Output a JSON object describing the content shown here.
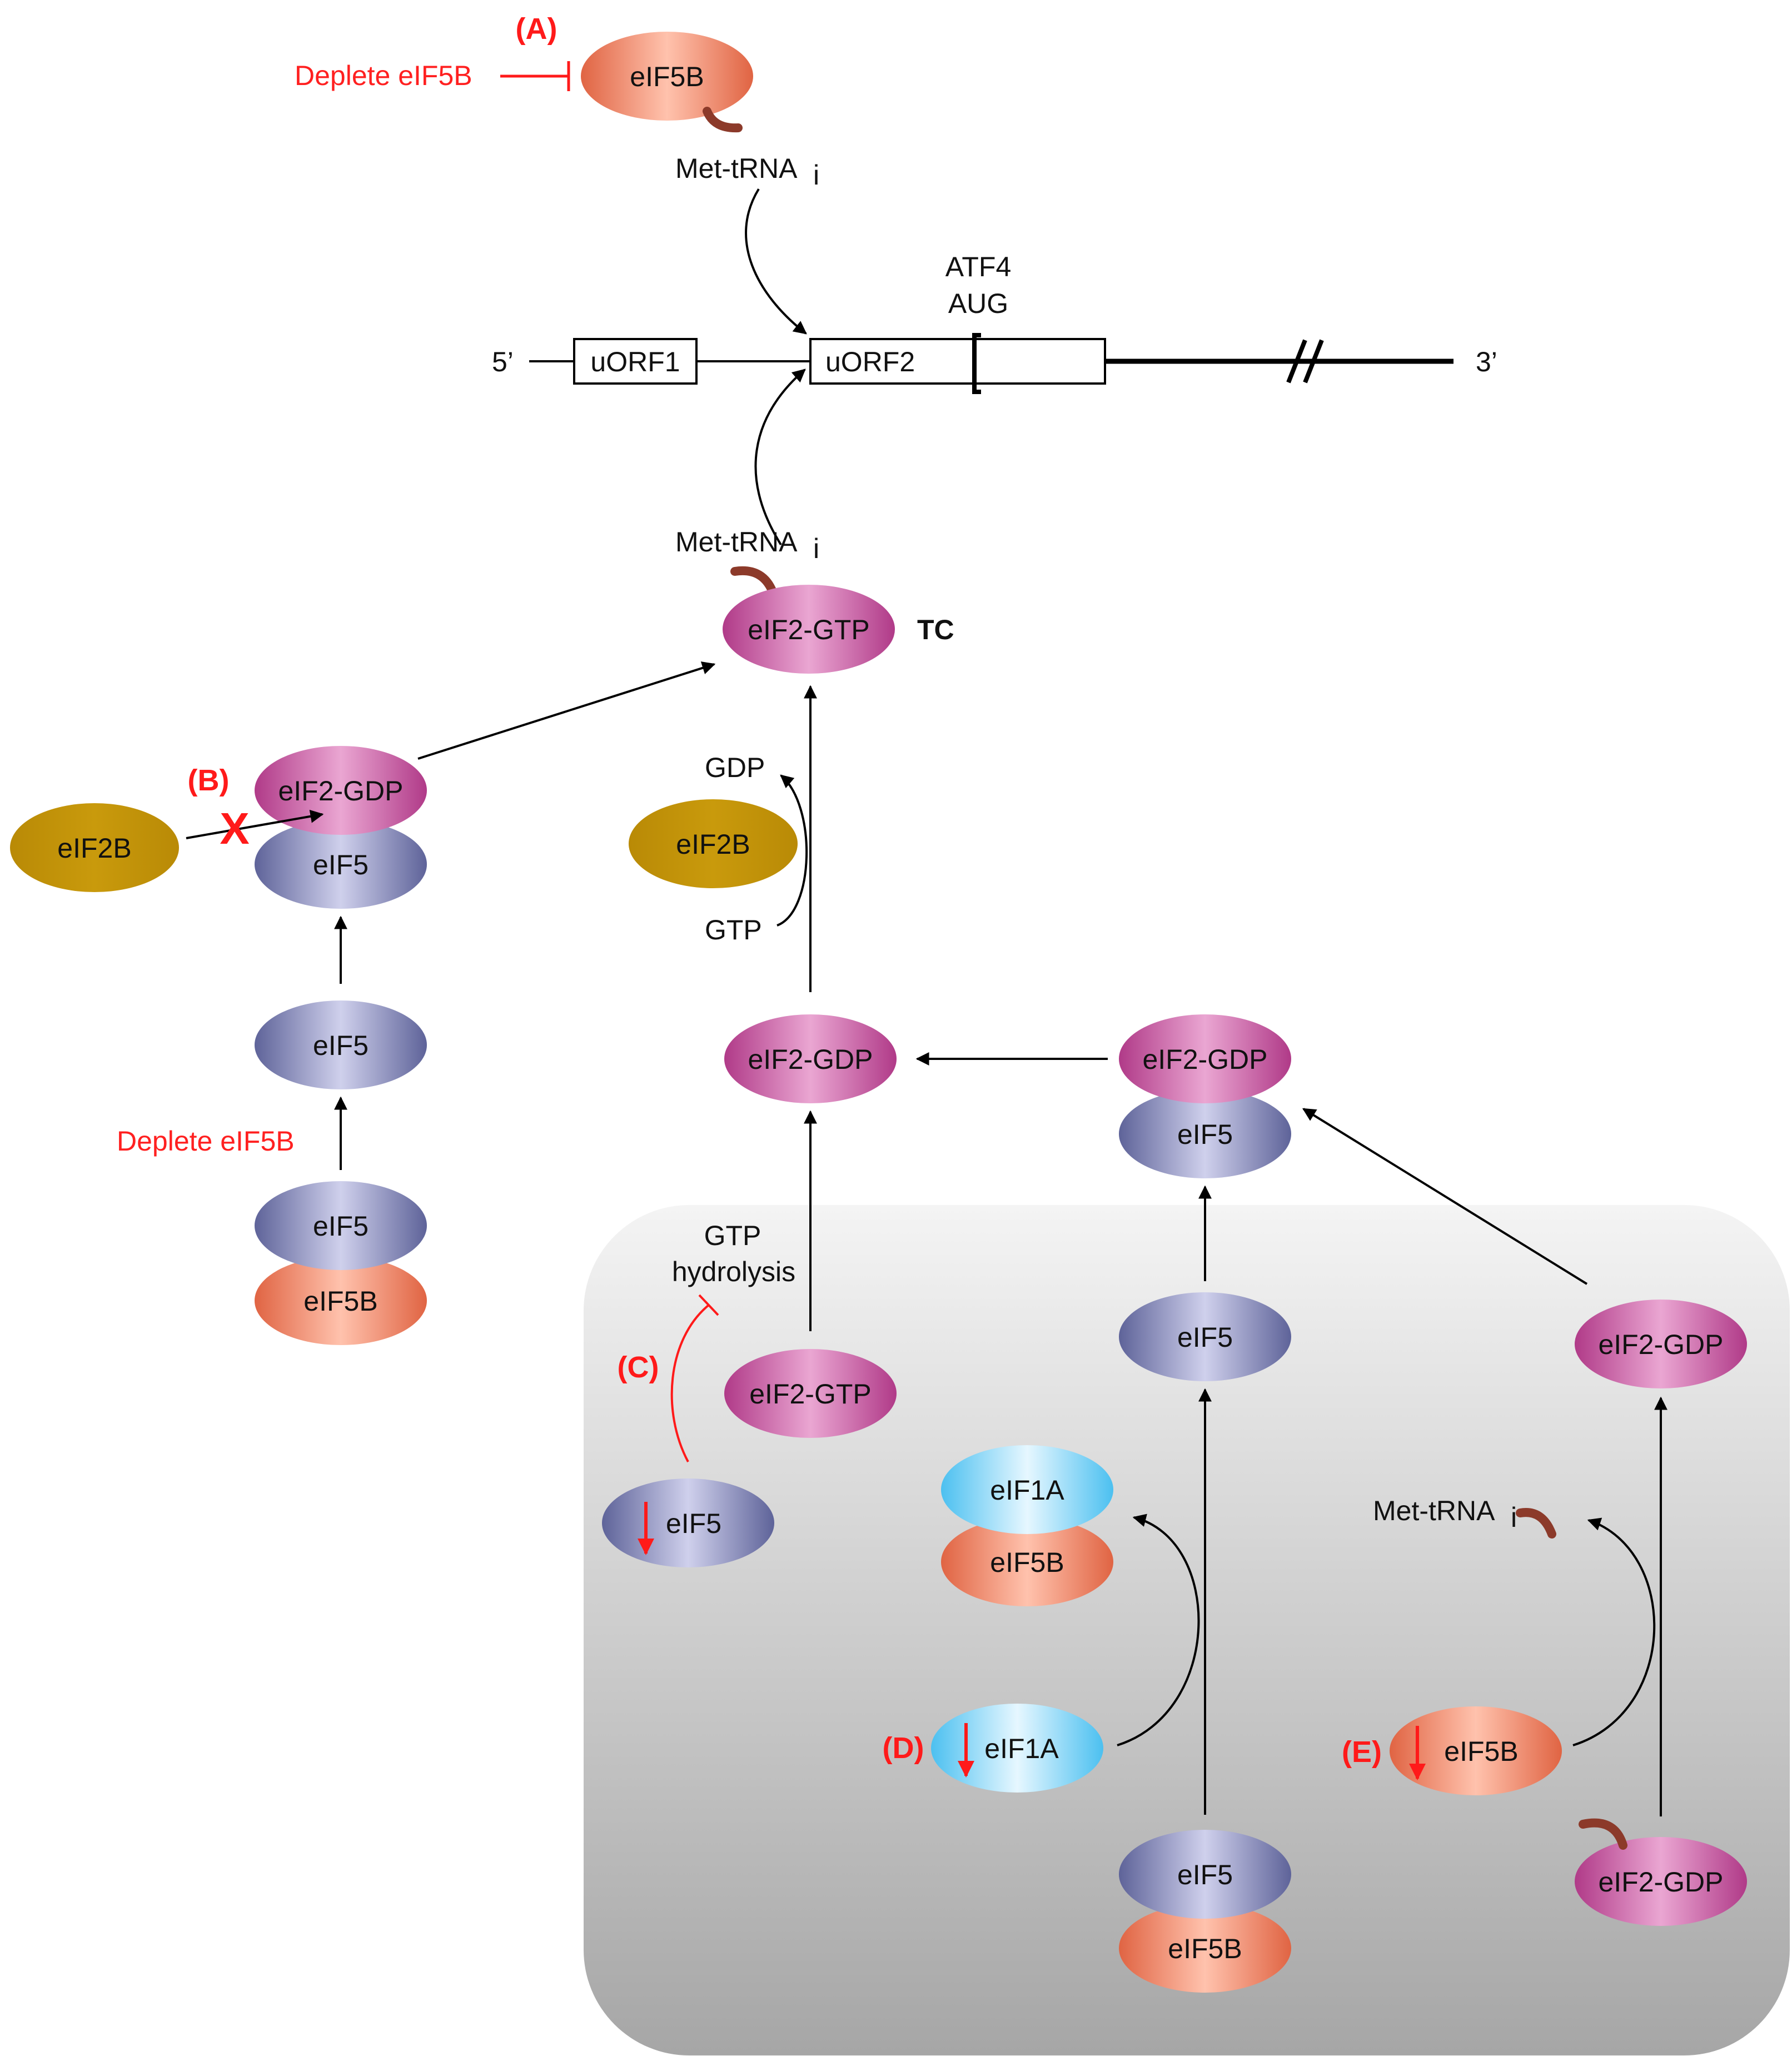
{
  "labels": {
    "A": "(A)",
    "B": "(B)",
    "C": "(C)",
    "D": "(D)",
    "E": "(E)",
    "deplete_top": "Deplete eIF5B",
    "deplete_left": "Deplete eIF5B",
    "met_trna": "Met-tRNA",
    "met_trna_sub": "i",
    "five_prime": "5’",
    "three_prime": "3’",
    "atf4": "ATF4",
    "aug": "AUG",
    "uorf1": "uORF1",
    "uorf2": "uORF2",
    "tc": "TC",
    "gdp": "GDP",
    "gtp": "GTP",
    "gtp_hydrolysis_1": "GTP",
    "gtp_hydrolysis_2": "hydrolysis",
    "x_mark": "X"
  },
  "nodes": {
    "eIF5B": "eIF5B",
    "eIF5": "eIF5",
    "eIF2_GTP": "eIF2-GTP",
    "eIF2_GDP": "eIF2-GDP",
    "eIF2B": "eIF2B",
    "eIF1A": "eIF1A"
  },
  "colors": {
    "eIF5B": "#f07a5a",
    "eIF5": "#8d8dc4",
    "eIF2": "#c8479a",
    "eIF2B": "#c99a0c",
    "eIF1A": "#7fd4f5",
    "trna": "#8c3a2a",
    "inhibition": "#ff1a1a",
    "shaded_box": "#c8c8c8"
  }
}
